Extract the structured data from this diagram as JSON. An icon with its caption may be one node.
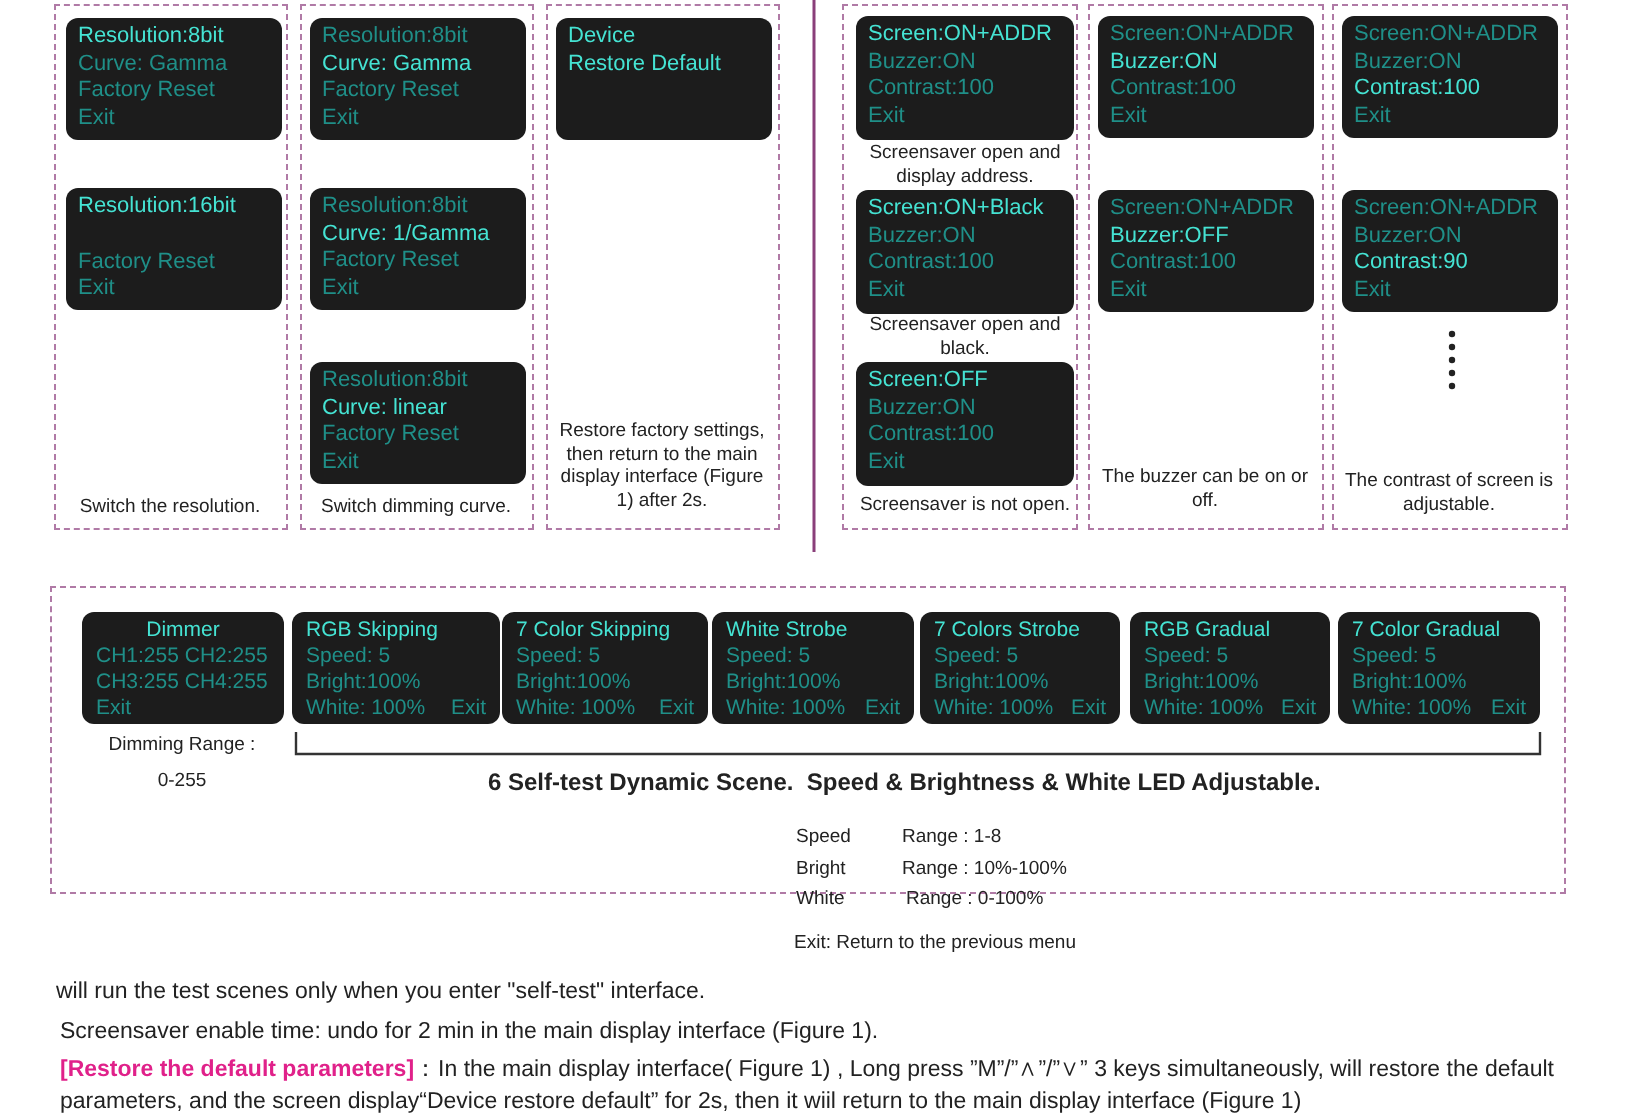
{
  "diagram": {
    "nodes": [
      {
        "text": [
          "Switch the resolution."
        ]
      },
      {
        "text": [
          "Resolution:8bit",
          "Curve: Gamma",
          "Factory Reset",
          "Exit"
        ],
        "in": 0
      },
      {
        "text": [
          "Resolution:16bit",
          "Factory Reset",
          "Exit"
        ],
        "in": 0
      },
      {
        "text": [
          "Switch dimming curve."
        ]
      },
      {
        "text": [
          "Resolution:8bit",
          "Curve: Gamma",
          "Factory Reset",
          "Exit"
        ],
        "in": 3
      },
      {
        "text": [
          "Resolution:8bit",
          "Curve: 1/Gamma",
          "Factory Reset",
          "Exit"
        ],
        "in": 3
      },
      {
        "text": [
          "Resolution:8bit",
          "Curve: linear",
          "Factory Reset",
          "Exit"
        ],
        "in": 3
      },
      {
        "text": [
          "Restore factory settings, then return to the main display interface (Figure 1) after 2s."
        ]
      },
      {
        "text": [
          "Device",
          "Restore Default"
        ],
        "in": 7
      },
      {
        "text": [],
        "shape": "box"
      },
      {
        "text": [
          "Screen:ON+ADDR",
          "Buzzer:ON",
          "Contrast:100",
          "Exit"
        ],
        "in": 9,
        "beside": [
          "Screensaver open and display address."
        ]
      },
      {
        "text": [
          "Screen:ON+Black",
          "Buzzer:ON",
          "Contrast:100",
          "Exit"
        ],
        "in": 9,
        "beside": [
          "Screensaver open and black."
        ]
      },
      {
        "text": [
          "Screen:OFF",
          "Buzzer:ON",
          "Contrast:100",
          "Exit"
        ],
        "in": 9,
        "beside": [
          "Screensaver is not open."
        ]
      },
      {
        "text": [
          "The buzzer can be on or off."
        ]
      },
      {
        "text": [
          "Screen:ON+ADDR",
          "Buzzer:ON",
          "Contrast:100",
          "Exit"
        ],
        "in": 13
      },
      {
        "text": [
          "Screen:ON+ADDR",
          "Buzzer:OFF",
          "Contrast:100",
          "Exit"
        ],
        "in": 13
      },
      {
        "text": [
          "The contrast of screen is adjustable."
        ]
      },
      {
        "text": [
          "Screen:ON+ADDR",
          "Buzzer:ON",
          "Contrast:100",
          "Exit"
        ],
        "in": 16
      },
      {
        "text": [
          "Screen:ON+ADDR",
          "Buzzer:ON",
          "Contrast:90",
          "Exit"
        ],
        "in": 16
      },
      {
        "text": [],
        "shape": "box"
      },
      {
        "text": [
          "Dimmer",
          "CH1:255 CH2:255",
          "CH3:255 CH4:255",
          "Exit"
        ],
        "in": 19,
        "beside": [
          "Dimming Range : 0-255"
        ]
      },
      {
        "text": [
          "RGB Skipping",
          "Speed: 5",
          "Bright:100%",
          "White: 100%",
          "Exit"
        ],
        "in": 19
      },
      {
        "text": [
          "7 Color Skipping",
          "Speed: 5",
          "Bright:100%",
          "White: 100%",
          "Exit"
        ],
        "in": 19
      },
      {
        "text": [
          "White Strobe",
          "Speed: 5",
          "Bright:100%",
          "White: 100%",
          "Exit"
        ],
        "in": 19
      },
      {
        "text": [
          "7 Colors Strobe",
          "Speed: 5",
          "Bright:100%",
          "White: 100%",
          "Exit"
        ],
        "in": 19
      },
      {
        "text": [
          "RGB Gradual",
          "Speed: 5",
          "Bright:100%",
          "White: 100%",
          "Exit"
        ],
        "in": 19
      },
      {
        "text": [
          "7 Color Gradual",
          "Speed: 5",
          "Bright:100%",
          "White: 100%",
          "Exit"
        ],
        "in": 19
      }
    ],
    "labels": [
      "6 Self-test Dynamic Scene.  Speed & Brightness & White LED Adjustable.",
      "Speed",
      "Range : 1-8",
      "Bright",
      "Range : 10%-100%",
      "White",
      "Range : 0-100%",
      "Exit: Return to the previous menu",
      "will run the test scenes only when you enter \"self-test\" interface.",
      "Screensaver enable time: undo for 2 min in the main display interface (Figure 1).",
      "**[Restore the default parameters]**：In the main display interface( Figure 1) , Long press ”M”/”∧”/”∨” 3 keys simultaneously, will restore the default parameters, and the screen display“Device restore default” for 2s, then it wiil return to the main display interface (Figure 1)"
    ]
  }
}
